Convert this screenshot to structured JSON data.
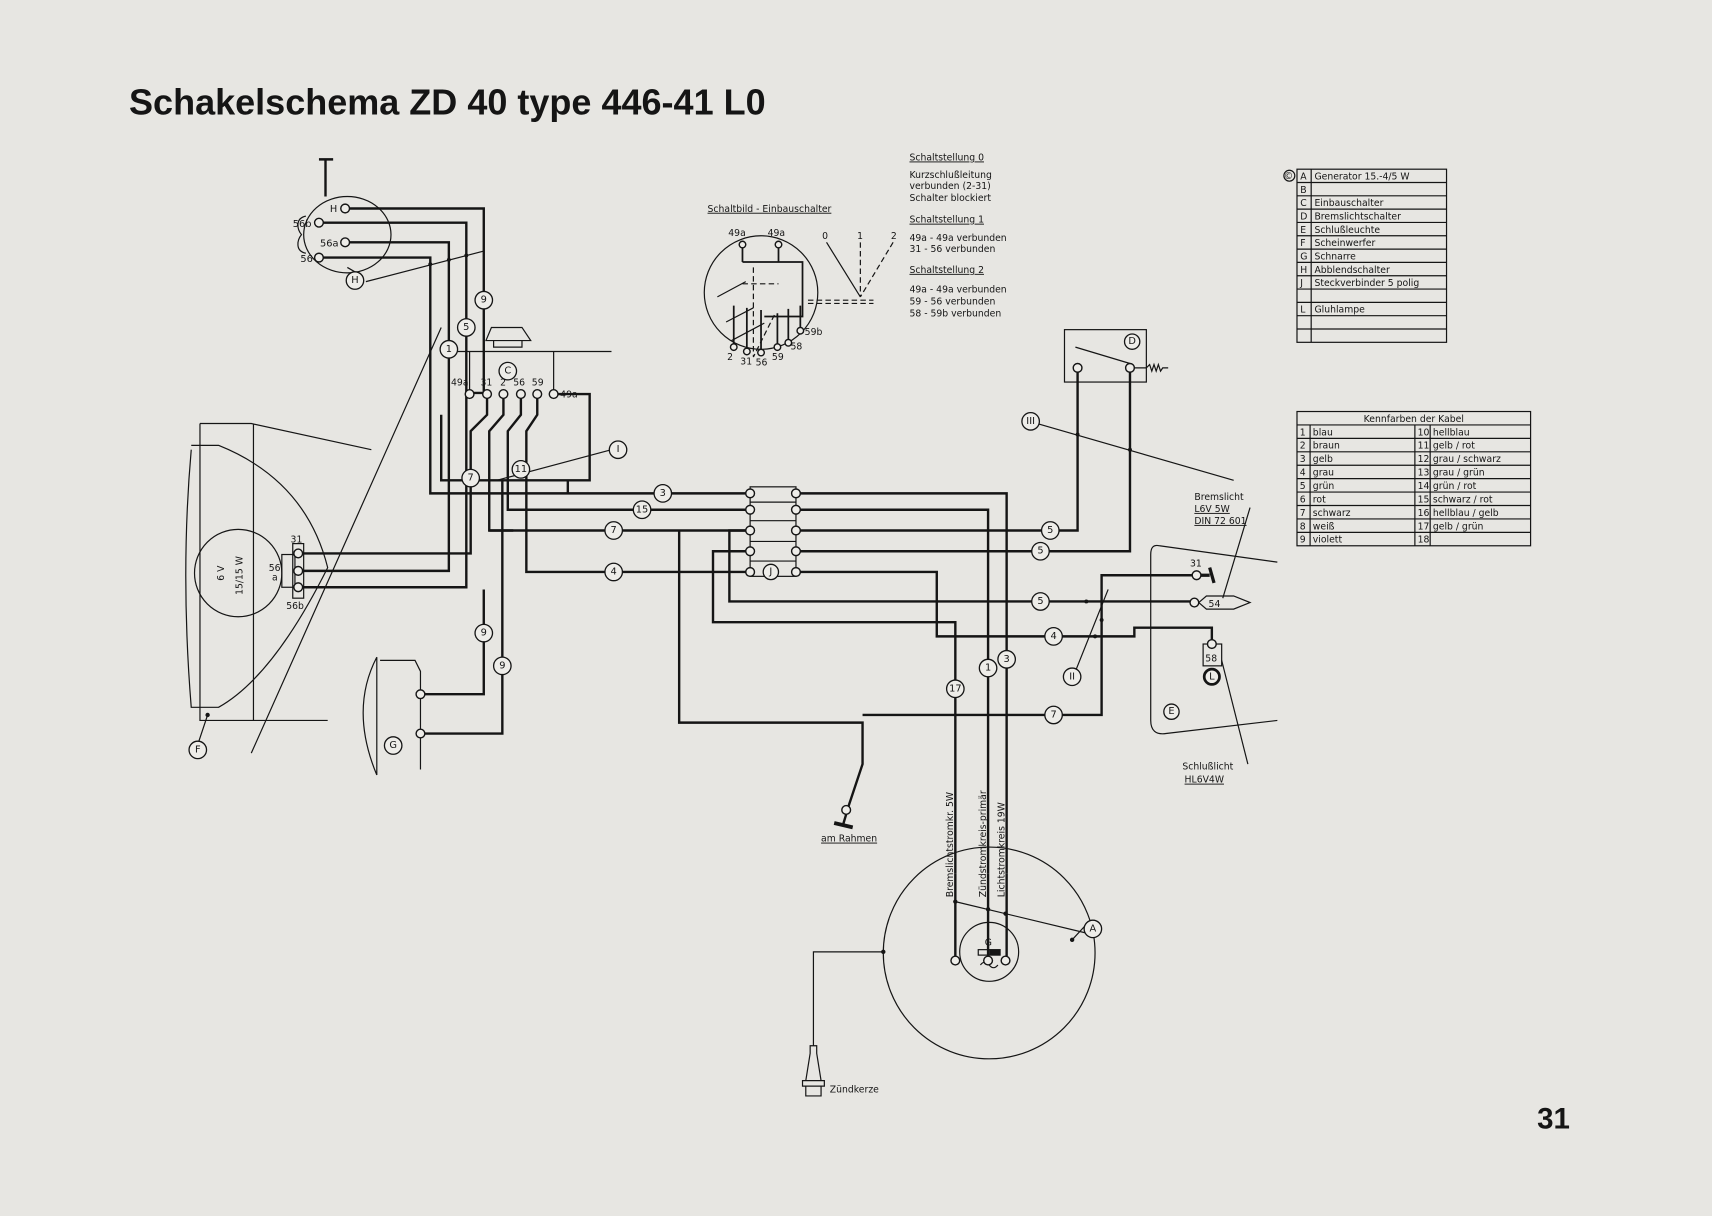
{
  "title": "Schakelschema ZD 40 type 446-41 L0",
  "page_number": "31",
  "switch_diagram": {
    "title": "Schaltbild - Einbauschalter",
    "terminals": [
      "49a",
      "49a",
      "2",
      "31",
      "56",
      "59",
      "58",
      "59b"
    ],
    "positions": [
      "0",
      "1",
      "2"
    ]
  },
  "switch_positions": [
    {
      "heading": "Schaltstellung 0",
      "lines": [
        "Kurzschlußleitung",
        "verbunden (2-31)",
        "Schalter blockiert"
      ]
    },
    {
      "heading": "Schaltstellung 1",
      "lines": [
        "49a - 49a  verbunden",
        "31 - 56     verbunden"
      ]
    },
    {
      "heading": "Schaltstellung 2",
      "lines": [
        "49a - 49a  verbunden",
        "59 - 56     verbunden",
        "58 - 59b   verbunden"
      ]
    }
  ],
  "copyright_mark": "©",
  "component_legend": [
    {
      "letter": "A",
      "label": "Generator 15.-4/5 W"
    },
    {
      "letter": "B",
      "label": ""
    },
    {
      "letter": "C",
      "label": "Einbauschalter"
    },
    {
      "letter": "D",
      "label": "Bremslichtschalter"
    },
    {
      "letter": "E",
      "label": "Schlußleuchte"
    },
    {
      "letter": "F",
      "label": "Scheinwerfer"
    },
    {
      "letter": "G",
      "label": "Schnarre"
    },
    {
      "letter": "H",
      "label": "Abblendschalter"
    },
    {
      "letter": "J",
      "label": "Steckverbinder 5 polig"
    },
    {
      "letter": "",
      "label": ""
    },
    {
      "letter": "L",
      "label": "Gluhlampe"
    },
    {
      "letter": "",
      "label": ""
    },
    {
      "letter": "",
      "label": ""
    }
  ],
  "cable_colors": {
    "header": "Kennfarben der Kabel",
    "rows": [
      {
        "n1": "1",
        "c1": "blau",
        "n2": "10",
        "c2": "hellblau"
      },
      {
        "n1": "2",
        "c1": "braun",
        "n2": "11",
        "c2": "gelb / rot"
      },
      {
        "n1": "3",
        "c1": "gelb",
        "n2": "12",
        "c2": "grau / schwarz"
      },
      {
        "n1": "4",
        "c1": "grau",
        "n2": "13",
        "c2": "grau / grün"
      },
      {
        "n1": "5",
        "c1": "grün",
        "n2": "14",
        "c2": "grün / rot"
      },
      {
        "n1": "6",
        "c1": "rot",
        "n2": "15",
        "c2": "schwarz / rot"
      },
      {
        "n1": "7",
        "c1": "schwarz",
        "n2": "16",
        "c2": "hellblau / gelb"
      },
      {
        "n1": "8",
        "c1": "weiß",
        "n2": "17",
        "c2": "gelb / grün"
      },
      {
        "n1": "9",
        "c1": "violett",
        "n2": "18",
        "c2": ""
      }
    ]
  },
  "components": {
    "H": "H",
    "C": "C",
    "F": "F",
    "G": "G",
    "J": "J",
    "D": "D",
    "E": "E",
    "A": "A",
    "L": "L",
    "generator": "G"
  },
  "terminals": {
    "h_switch": [
      "H",
      "56b",
      "56a",
      "56"
    ],
    "c_switch": [
      "49a",
      "31",
      "2",
      "56",
      "59",
      "49a"
    ],
    "headlight": [
      "31",
      "56",
      "a",
      "56b"
    ],
    "taillight": [
      "31",
      "54",
      "58"
    ]
  },
  "headlight_bulb": [
    "6 V",
    "15/15 W"
  ],
  "bremslicht": {
    "title": "Bremslicht",
    "spec1": "L6V 5W",
    "spec2": "DIN 72 601"
  },
  "schlusslicht": {
    "title": "Schlußlicht",
    "spec": "HL6V4W"
  },
  "circuit_labels": [
    "Bremslichtstromkr. 5W",
    "Zündstromkreis-primär",
    "Lichtstromkreis 19W"
  ],
  "am_rahmen": "am Rahmen",
  "zuendkerze": "Zündkerze",
  "wire_markers": [
    "9",
    "5",
    "1",
    "7",
    "11",
    "I",
    "3",
    "15",
    "7",
    "4",
    "9",
    "9",
    "5",
    "5",
    "5",
    "4",
    "7",
    "17",
    "1",
    "3",
    "III",
    "II"
  ]
}
